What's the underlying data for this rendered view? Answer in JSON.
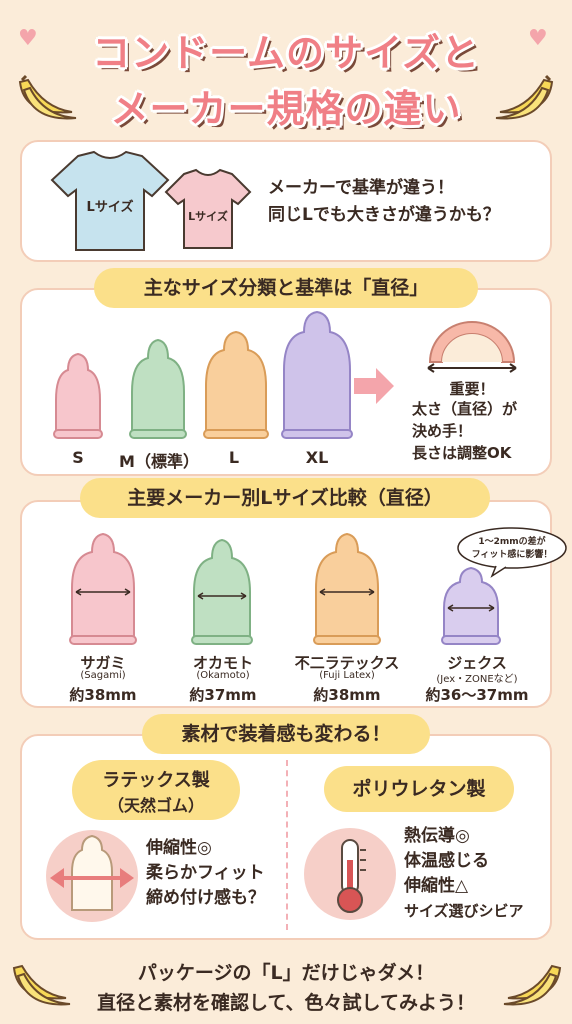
{
  "title": {
    "line1": "コンドームのサイズと",
    "line2": "メーカー規格の違い"
  },
  "intro": {
    "shirt_large_label": "Lサイズ",
    "shirt_small_label": "Lサイズ",
    "line1": "メーカーで基準が違う！",
    "line2": "同じLでも大きさが違うかも？"
  },
  "section1": {
    "heading": "主なサイズ分類と基準は「直径」",
    "sizes": [
      {
        "label": "S",
        "color": "#f7c6cc"
      },
      {
        "label": "M（標準）",
        "color": "#bfe0c2"
      },
      {
        "label": "L",
        "color": "#f9cf9c"
      },
      {
        "label": "XL",
        "color": "#cfc3ea"
      }
    ],
    "note1": "重要！",
    "note2": "太さ（直径）が",
    "note3": "決め手！",
    "note4": "長さは調整OK"
  },
  "section2": {
    "heading": "主要メーカー別Lサイズ比較（直径）",
    "bubble_line1": "1〜2mmの差が",
    "bubble_line2": "フィット感に影響！",
    "makers": [
      {
        "name": "サガミ",
        "sub": "(Sagami)",
        "size": "約38mm",
        "color": "#f7c6cc"
      },
      {
        "name": "オカモト",
        "sub": "(Okamoto)",
        "size": "約37mm",
        "color": "#bfe0c2"
      },
      {
        "name": "不二ラテックス",
        "sub": "(Fuji Latex)",
        "size": "約38mm",
        "color": "#f9cf9c"
      },
      {
        "name": "ジェクス",
        "sub": "(Jex・ZONEなど)",
        "size": "約36〜37mm",
        "color": "#d9cdee"
      }
    ]
  },
  "section3": {
    "heading": "素材で装着感も変わる！",
    "latex_title1": "ラテックス製",
    "latex_title2": "（天然ゴム）",
    "latex_points": [
      "伸縮性◎",
      "柔らかフィット",
      "締め付け感も？"
    ],
    "pu_title": "ポリウレタン製",
    "pu_points": [
      "熱伝導◎",
      "体温感じる",
      "伸縮性△",
      "サイズ選びシビア"
    ]
  },
  "footer": {
    "line1": "パッケージの「L」だけじゃダメ！",
    "line2": "直径と素材を確認して、色々試してみよう！"
  },
  "colors": {
    "background": "#fbecd9",
    "title_pink": "#f07f86",
    "pill_yellow": "#fbe08a",
    "card_border": "#f3cdb8"
  },
  "icons": [
    "heart-icon",
    "banana-icon",
    "tshirt-icon",
    "condom-icon",
    "arrow-right-icon",
    "thermometer-icon",
    "ruler-arc-icon"
  ]
}
